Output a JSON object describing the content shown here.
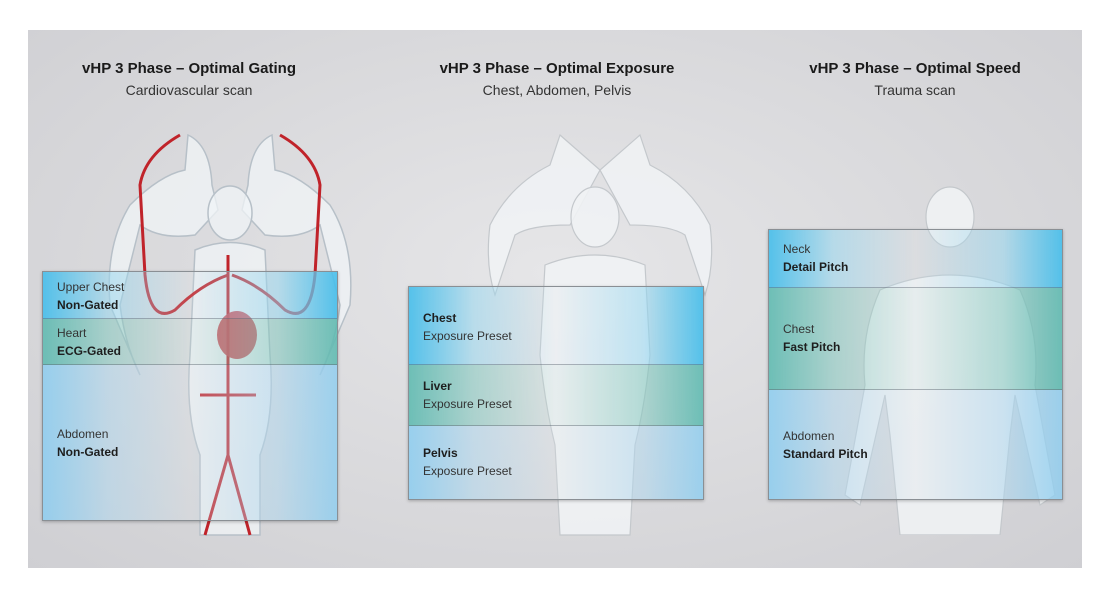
{
  "colors": {
    "band_blue": "#46bee b",
    "band_teal": "#5ab9af",
    "band_light": "#8ccdf0",
    "artery": "#c0232a"
  },
  "panels": [
    {
      "title": "vHP 3 Phase – Optimal Gating",
      "subtitle": "Cardiovascular scan",
      "bands": [
        {
          "region": "Upper Chest",
          "mode": "Non-Gated"
        },
        {
          "region": "Heart",
          "mode": "ECG-Gated"
        },
        {
          "region": "Abdomen",
          "mode": "Non-Gated"
        }
      ]
    },
    {
      "title": "vHP 3 Phase – Optimal Exposure",
      "subtitle": "Chest, Abdomen, Pelvis",
      "bands": [
        {
          "region": "Chest",
          "mode": "Exposure Preset"
        },
        {
          "region": "Liver",
          "mode": "Exposure Preset"
        },
        {
          "region": "Pelvis",
          "mode": "Exposure Preset"
        }
      ]
    },
    {
      "title": "vHP 3 Phase – Optimal Speed",
      "subtitle": "Trauma scan",
      "bands": [
        {
          "region": "Neck",
          "mode": "Detail Pitch"
        },
        {
          "region": "Chest",
          "mode": "Fast Pitch"
        },
        {
          "region": "Abdomen",
          "mode": "Standard Pitch"
        }
      ]
    }
  ]
}
